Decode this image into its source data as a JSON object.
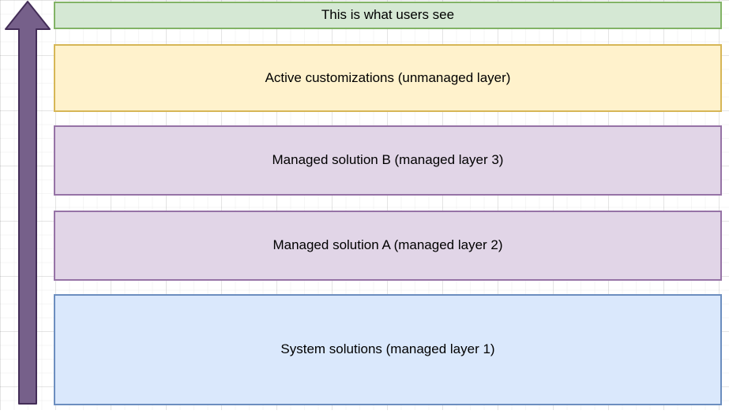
{
  "diagram": {
    "description": "Solution layering diagram showing how managed and unmanaged layers stack to produce what users see",
    "arrow": {
      "direction": "up",
      "fill": "#76608A",
      "stroke": "#432D57"
    },
    "layers": [
      {
        "id": "users-see",
        "label": "This is what users see",
        "fill": "#d5e8d4",
        "stroke": "#82b366"
      },
      {
        "id": "active-customizations",
        "label": "Active customizations (unmanaged layer)",
        "fill": "#fff2cc",
        "stroke": "#d6b656"
      },
      {
        "id": "managed-solution-b",
        "label": "Managed solution B (managed layer 3)",
        "fill": "#e1d5e7",
        "stroke": "#9673a6"
      },
      {
        "id": "managed-solution-a",
        "label": "Managed solution A (managed layer 2)",
        "fill": "#e1d5e7",
        "stroke": "#9673a6"
      },
      {
        "id": "system-solutions",
        "label": "System solutions (managed layer 1)",
        "fill": "#dae8fc",
        "stroke": "#6c8ebf"
      }
    ]
  }
}
